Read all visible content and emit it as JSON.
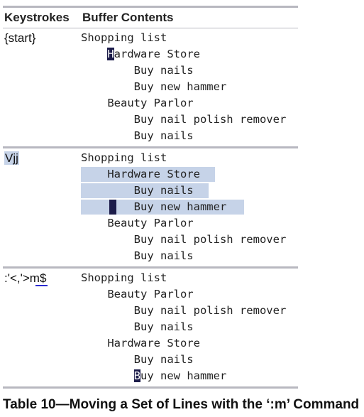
{
  "table": {
    "headers": {
      "keystrokes": "Keystrokes",
      "buffer": "Buffer Contents"
    },
    "rows": [
      {
        "keystrokes": "{start}",
        "lines": [
          "Shopping list",
          "Hardware Store",
          "Buy nails",
          "Buy new hammer",
          "Beauty Parlor",
          "Buy nail polish remover",
          "Buy nails"
        ]
      },
      {
        "keystrokes": "Vjj",
        "lines": [
          "Shopping list",
          "Hardware Store",
          "Buy nails",
          "Buy new hammer",
          "Beauty Parlor",
          "Buy nail polish remover",
          "Buy nails"
        ]
      },
      {
        "keystrokes": ":'<,'>m$",
        "lines": [
          "Shopping list",
          "Beauty Parlor",
          "Buy nail polish remover",
          "Buy nails",
          "Hardware Store",
          "Buy nails",
          "Buy new hammer"
        ]
      }
    ]
  },
  "caption": "Table 10—Moving a Set of Lines with the ‘:m’ Command"
}
